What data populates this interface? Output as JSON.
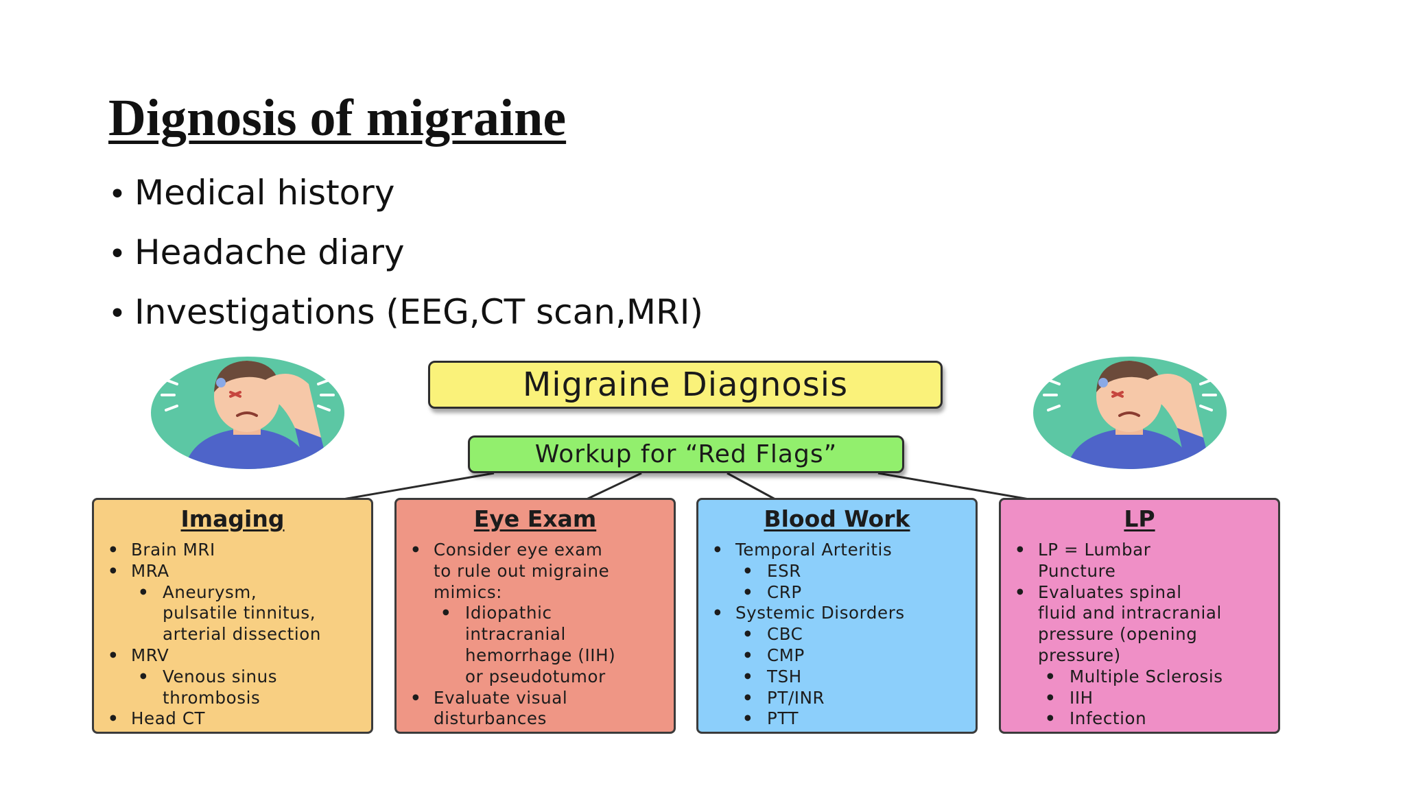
{
  "slide": {
    "title": "Dignosis of migraine",
    "bullets": [
      "Medical history",
      "Headache diary",
      "Investigations (EEG,CT scan,MRI)"
    ]
  },
  "diagram": {
    "main_title": "Migraine Diagnosis",
    "subtitle": "Workup for “Red Flags”",
    "colors": {
      "main_box": "#faf27a",
      "sub_box": "#92ef6d",
      "imaging": "#f8cf82",
      "eye_exam": "#ef9685",
      "blood_work": "#8ccffb",
      "lp": "#ef8fc6",
      "avatar_bg": "#5cc7a4"
    },
    "icons": [
      "headache-person-icon-left",
      "headache-person-icon-right"
    ],
    "cards": {
      "imaging": {
        "title": "Imaging",
        "lines": [
          "Brain MRI",
          "MRA",
          "Aneurysm,",
          "pulsatile tinnitus,",
          "arterial dissection",
          "MRV",
          "Venous sinus",
          "thrombosis",
          "Head CT"
        ]
      },
      "eye_exam": {
        "title": "Eye Exam",
        "lines": [
          "Consider eye exam",
          "to rule out migraine",
          "mimics:",
          "Idiopathic",
          "intracranial",
          "hemorrhage (IIH)",
          "or pseudotumor",
          "Evaluate visual",
          "disturbances"
        ]
      },
      "blood_work": {
        "title": "Blood Work",
        "lines": [
          "Temporal Arteritis",
          "ESR",
          "CRP",
          "Systemic Disorders",
          "CBC",
          "CMP",
          "TSH",
          "PT/INR",
          "PTT"
        ]
      },
      "lp": {
        "title": "LP",
        "lines": [
          "LP = Lumbar",
          "Puncture",
          "Evaluates spinal",
          "fluid and intracranial",
          "pressure (opening",
          "pressure)",
          "Multiple Sclerosis",
          "IIH",
          "Infection"
        ]
      }
    }
  }
}
